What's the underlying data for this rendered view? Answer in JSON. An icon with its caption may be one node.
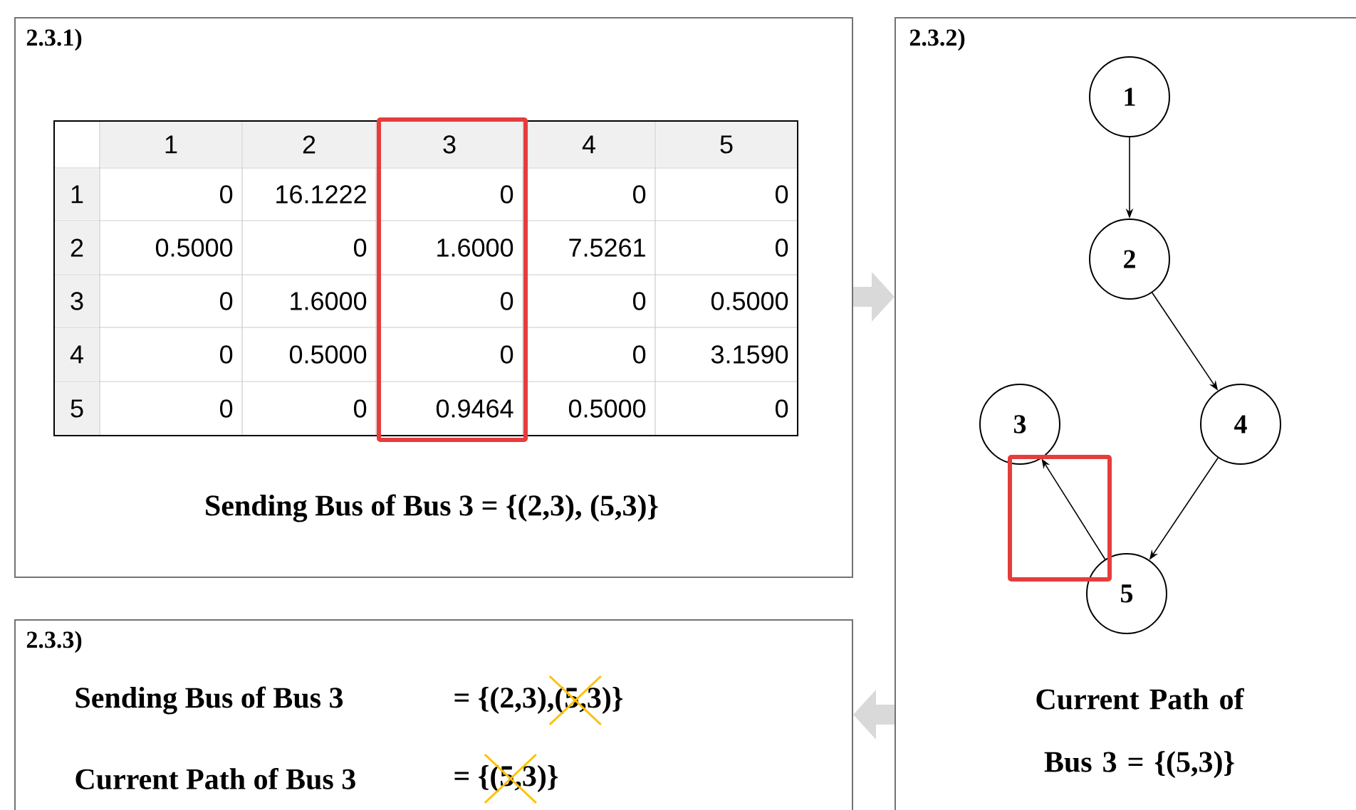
{
  "diagram": {
    "nodes": [
      {
        "text": [
          "2.3.1)",
          "Sending Bus of Bus 3 = {(2,3), (5,3)}"
        ]
      },
      {
        "text": [
          "2.3.2)",
          "Current Path of Bus 3 = {(5,3)}"
        ]
      },
      {
        "text": [
          "1"
        ],
        "in": 1
      },
      {
        "text": [
          "2"
        ],
        "in": 1
      },
      {
        "text": [
          "3"
        ],
        "in": 1
      },
      {
        "text": [
          "4"
        ],
        "in": 1
      },
      {
        "text": [
          "5"
        ],
        "in": 1
      },
      {
        "text": [
          "2.3.3)",
          "Sending Bus of Bus 3",
          "= {(2,3),(5,3)}",
          "Current Path of Bus 3",
          "= {(5,3)}"
        ]
      }
    ],
    "edges": [
      {
        "from": 0,
        "to": 1,
        "arrow": "to",
        "style": "thick",
        "color": "#d9d9d9"
      },
      {
        "from": 2,
        "to": 3,
        "arrow": "to"
      },
      {
        "from": 3,
        "to": 5,
        "arrow": "to"
      },
      {
        "from": 5,
        "to": 6,
        "arrow": "to"
      },
      {
        "from": 6,
        "to": 4,
        "arrow": "to"
      },
      {
        "from": 1,
        "to": 7,
        "arrow": "to",
        "style": "thick",
        "color": "#d9d9d9"
      }
    ],
    "labels": [
      "1",
      "2",
      "3",
      "4",
      "5",
      "1",
      "0",
      "16.1222",
      "0",
      "0",
      "0",
      "2",
      "0.5000",
      "0",
      "1.6000",
      "7.5261",
      "0",
      "3",
      "0",
      "1.6000",
      "0",
      "0",
      "0.5000",
      "4",
      "0",
      "0.5000",
      "0",
      "0",
      "3.1590",
      "5",
      "0",
      "0",
      "0.9464",
      "0.5000",
      "0"
    ]
  }
}
